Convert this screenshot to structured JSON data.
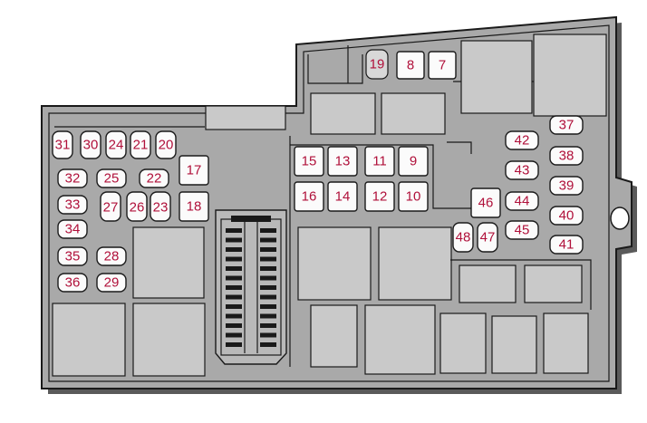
{
  "panel": {
    "fuse_labels": {
      "f7": "7",
      "f8": "8",
      "f9": "9",
      "f10": "10",
      "f11": "11",
      "f12": "12",
      "f13": "13",
      "f14": "14",
      "f15": "15",
      "f16": "16",
      "f17": "17",
      "f18": "18",
      "f19": "19",
      "f20": "20",
      "f21": "21",
      "f22": "22",
      "f23": "23",
      "f24": "24",
      "f25": "25",
      "f26": "26",
      "f27": "27",
      "f28": "28",
      "f29": "29",
      "f30": "30",
      "f31": "31",
      "f32": "32",
      "f33": "33",
      "f34": "34",
      "f35": "35",
      "f36": "36",
      "f37": "37",
      "f38": "38",
      "f39": "39",
      "f40": "40",
      "f41": "41",
      "f42": "42",
      "f43": "43",
      "f44": "44",
      "f45": "45",
      "f46": "46",
      "f47": "47",
      "f48": "48"
    },
    "colors": {
      "body": "#a9a9a9",
      "label": "#b0103a",
      "outline": "#1a1a1a"
    }
  }
}
